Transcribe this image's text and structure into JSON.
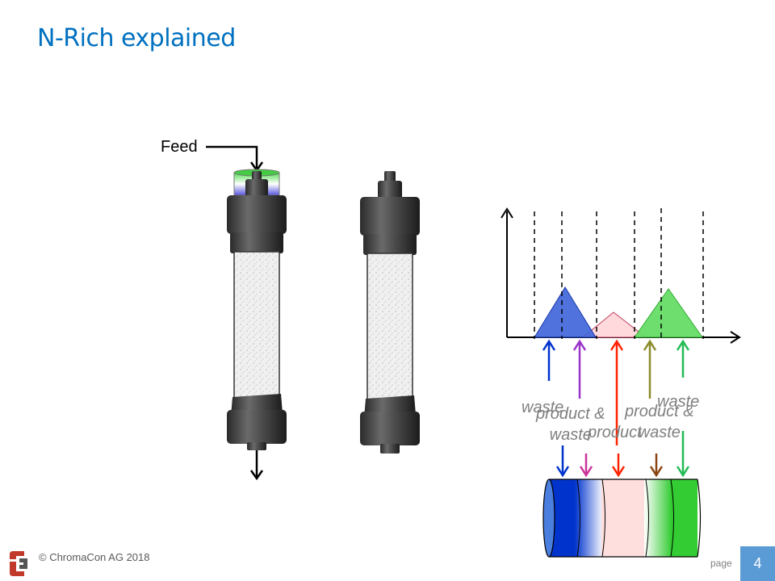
{
  "title": "N-Rich explained",
  "feed_label": "Feed",
  "fractions": [
    {
      "label": "waste",
      "color": "#0033cc"
    },
    {
      "label": "product &\nwaste",
      "color": "#9933cc"
    },
    {
      "label": "product",
      "color": "#ff2200"
    },
    {
      "label": "product &\nwaste",
      "color": "#8b5a2b"
    },
    {
      "label": "waste",
      "color": "#22bb55"
    }
  ],
  "colors": {
    "title": "#0070c0",
    "peak_blue": "#3d63d9",
    "peak_pink": "#ffd9dc",
    "peak_green": "#66dd66",
    "page_box": "#5b9bd5"
  },
  "footer": {
    "copyright": "© ChromaCon AG 2018",
    "page_word": "page",
    "page_number": "4"
  },
  "icons": [
    "chromacon-logo-icon",
    "feed-arrow-icon",
    "outlet-arrow-icon"
  ]
}
